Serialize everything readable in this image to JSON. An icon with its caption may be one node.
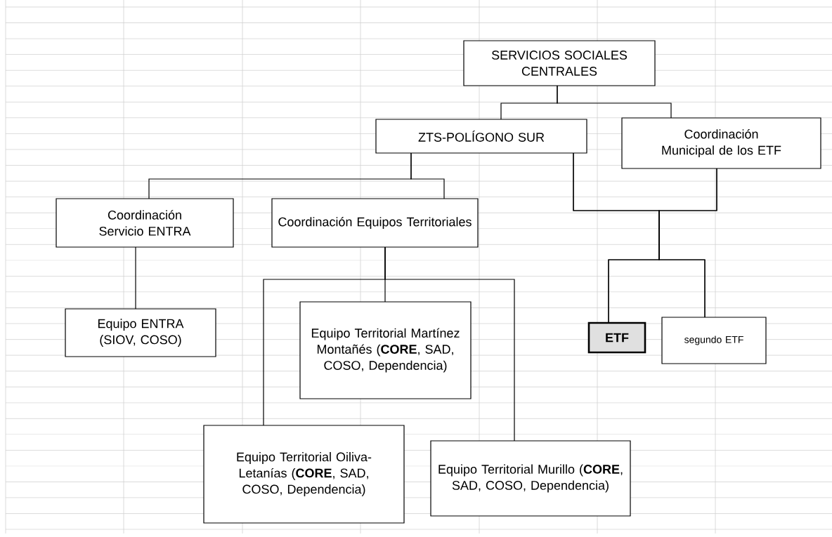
{
  "diagram": {
    "nodes": [
      {
        "text": [
          "SERVICIOS SOCIALES CENTRALES"
        ]
      },
      {
        "text": [
          "ZTS-POLÍGONO SUR"
        ]
      },
      {
        "text": [
          "Coordinación Municipal de los ETF"
        ]
      },
      {
        "text": [
          "Coordinación Servicio ENTRA"
        ]
      },
      {
        "text": [
          "Coordinación Equipos Territoriales"
        ]
      },
      {
        "text": [
          "Equipo ENTRA (SIOV, COSO)"
        ]
      },
      {
        "text": [
          "Equipo Territorial Martínez Montañés (**CORE**, SAD, COSO, Dependencia)"
        ]
      },
      {
        "text": [
          "Equipo Territorial Oiliva-Letanías (**CORE**, SAD, COSO, Dependencia)"
        ]
      },
      {
        "text": [
          "Equipo Territorial Murillo (**CORE**, SAD, COSO, Dependencia)"
        ]
      },
      {
        "text": [
          "**ETF**"
        ]
      },
      {
        "text": [
          "segundo ETF"
        ]
      }
    ],
    "edges": [
      {
        "from": 0,
        "to": 1,
        "arrow": "none"
      },
      {
        "from": 0,
        "to": 2,
        "arrow": "none"
      },
      {
        "from": 1,
        "to": 3,
        "arrow": "none"
      },
      {
        "from": 1,
        "to": 4,
        "arrow": "none"
      },
      {
        "from": 3,
        "to": 5,
        "arrow": "none"
      },
      {
        "from": 4,
        "to": 6,
        "arrow": "none"
      },
      {
        "from": 4,
        "to": 7,
        "arrow": "none"
      },
      {
        "from": 4,
        "to": 8,
        "arrow": "none"
      },
      {
        "from": 1,
        "to": 9,
        "arrow": "none"
      },
      {
        "from": 1,
        "to": 10,
        "arrow": "none"
      },
      {
        "from": 2,
        "to": 9,
        "arrow": "none"
      },
      {
        "from": 2,
        "to": 10,
        "arrow": "none"
      }
    ]
  }
}
